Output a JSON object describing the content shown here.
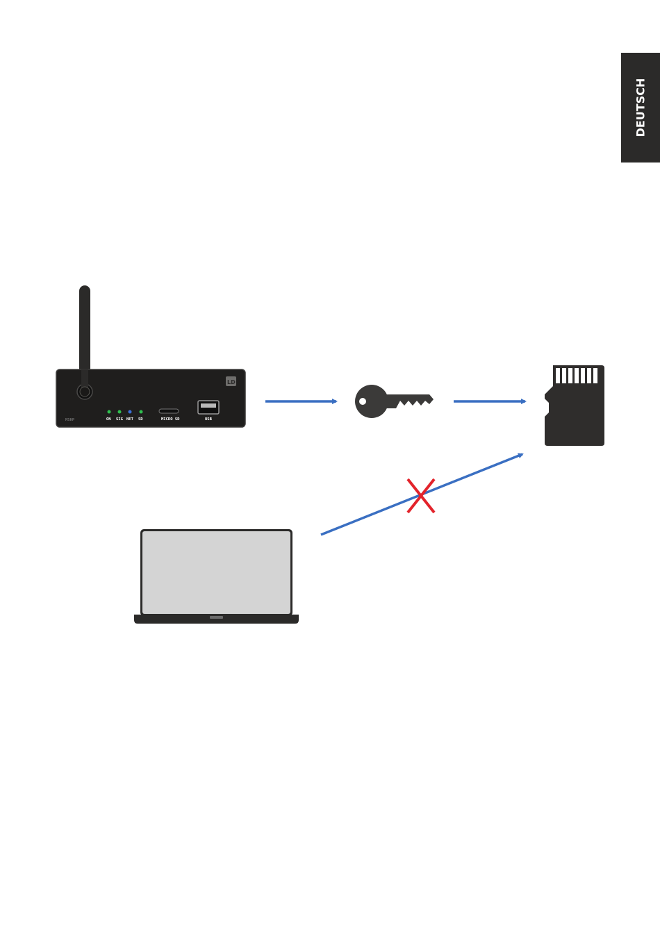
{
  "language_tab": {
    "label": "DEUTSCH"
  },
  "device": {
    "model_label": "MSHP",
    "brand_badge": "LD",
    "leds": [
      {
        "label": "ON",
        "color": "#2fbf4f"
      },
      {
        "label": "SIG",
        "color": "#2fbf4f"
      },
      {
        "label": "NET",
        "color": "#3a6fd8"
      },
      {
        "label": "SD",
        "color": "#2fbf4f"
      }
    ],
    "ports": {
      "micro_sd": "MICRO SD",
      "usb": "USB"
    }
  },
  "connections": [
    {
      "from": "device",
      "to": "key",
      "allowed": true
    },
    {
      "from": "key",
      "to": "micro-sd-card",
      "allowed": true
    },
    {
      "from": "laptop",
      "to": "micro-sd-card",
      "allowed": false
    }
  ],
  "colors": {
    "arrow": "#3a6fc2",
    "blocked_mark": "#e3232b",
    "device_body": "#1f1e1d",
    "tab_background": "#2b2a29",
    "laptop_screen": "#d4d4d4",
    "key": "#3b3a39",
    "sd_card": "#2f2d2c"
  }
}
